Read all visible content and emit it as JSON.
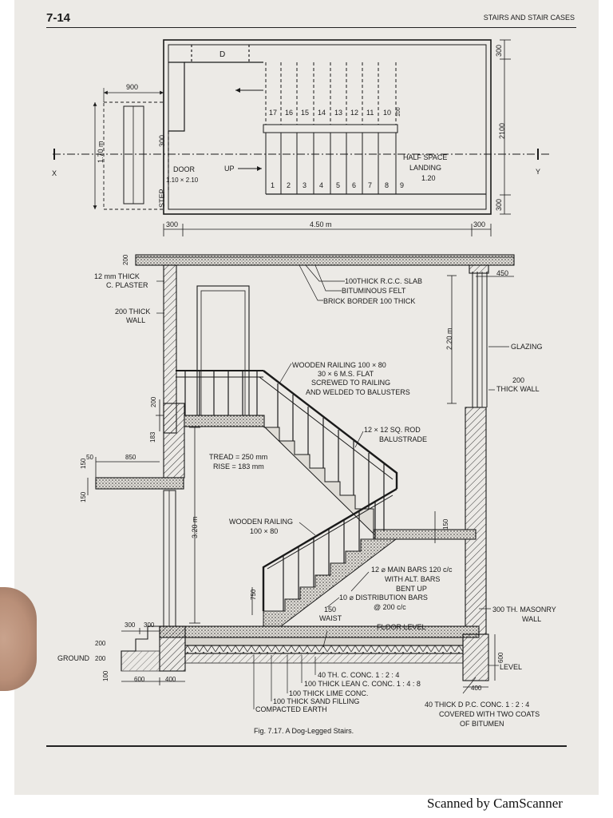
{
  "header": {
    "page_number": "7-14",
    "running_title": "STAIRS AND STAIR CASES"
  },
  "plan": {
    "door_mark": "D",
    "dims_top": {
      "left": "900",
      "right_top": "300"
    },
    "dim_right_mid": "2100",
    "dim_right_bottom": "300",
    "dim_left_height": "1.70 m",
    "dim_step_300": "300",
    "step_label": "STEP",
    "door_label": "DOOR",
    "door_size": "1.10 × 2.10",
    "up_label": "UP",
    "half_space_line1": "HALF SPACE",
    "half_space_line2": "LANDING",
    "half_space_size": "1.20",
    "section_x": "X",
    "section_y": "Y",
    "treads_up": [
      "1",
      "2",
      "3",
      "4",
      "5",
      "6",
      "7",
      "8",
      "9"
    ],
    "treads_down": [
      "17",
      "16",
      "15",
      "14",
      "13",
      "12",
      "11",
      "10"
    ],
    "dim_bottom_left": "300",
    "dim_bottom_mid": "4.50 m",
    "dim_bottom_right": "300",
    "dim_100": "100"
  },
  "section": {
    "dim_200_top": "200",
    "dim_450": "450",
    "plaster": [
      "12 mm THICK",
      "C. PLASTER"
    ],
    "wall_200": [
      "200 THICK",
      "WALL"
    ],
    "slab": "100THICK R.C.C. SLAB",
    "felt": "BITUMINOUS FELT",
    "brick_border": "BRICK BORDER 100 THICK",
    "dim_2_20": "2.20 m",
    "glazing": "GLAZING",
    "thick_wall": [
      "200",
      "THICK WALL"
    ],
    "wood_rail_top": [
      "WOODEN RAILING 100 × 80",
      "30 × 6 M.S. FLAT",
      "SCREWED TO RAILING",
      "AND WELDED TO BALUSTERS"
    ],
    "dim_200_mid": "200",
    "dim_183": "183",
    "rod": [
      "12 × 12 SQ. ROD",
      "BALUSTRADE"
    ],
    "dim_150_a": "150",
    "dim_50": "50",
    "dim_850": "850",
    "dim_150_b": "150",
    "tread": "TREAD = 250 mm",
    "rise": "RISE = 183 mm",
    "dim_3_20": "3.20 m",
    "wood_rail_low": [
      "WOODEN RAILING",
      "100 × 80"
    ],
    "dim_150_c": "150",
    "main_bars": [
      "12 ⌀ MAIN BARS 120 c/c",
      "WITH ALT. BARS",
      "BENT UP"
    ],
    "dist_bars": [
      "10 ⌀  DISTRIBUTION BARS",
      "@ 200 c/c"
    ],
    "dim_750": "750",
    "waist": [
      "150",
      "WAIST"
    ],
    "masonry": [
      "300 TH. MASONRY",
      "WALL"
    ],
    "dims_300_300": [
      "300",
      "300"
    ],
    "floor_level": "FLOOR LEVEL",
    "dim_200_g1": "200",
    "ground": "GROUND",
    "dim_200_g2": "200",
    "dim_600_r": "600",
    "level": "LEVEL",
    "dim_100_g": "100",
    "dim_600_b": "600",
    "dim_400_b": "400",
    "dim_400_r": "400",
    "layers": [
      "40 TH. C. CONC. 1 : 2 : 4",
      "100 THICK LEAN C. CONC. 1 : 4 : 8",
      "100 THICK LIME CONC.",
      "100 THICK SAND FILLING",
      "COMPACTED EARTH"
    ],
    "dpc": [
      "40 THICK D P.C. CONC. 1 : 2 : 4",
      "COVERED WITH TWO COATS",
      "OF BITUMEN"
    ]
  },
  "caption": "Fig. 7.17. A Dog-Legged Stairs.",
  "scanner": "Scanned by CamScanner"
}
